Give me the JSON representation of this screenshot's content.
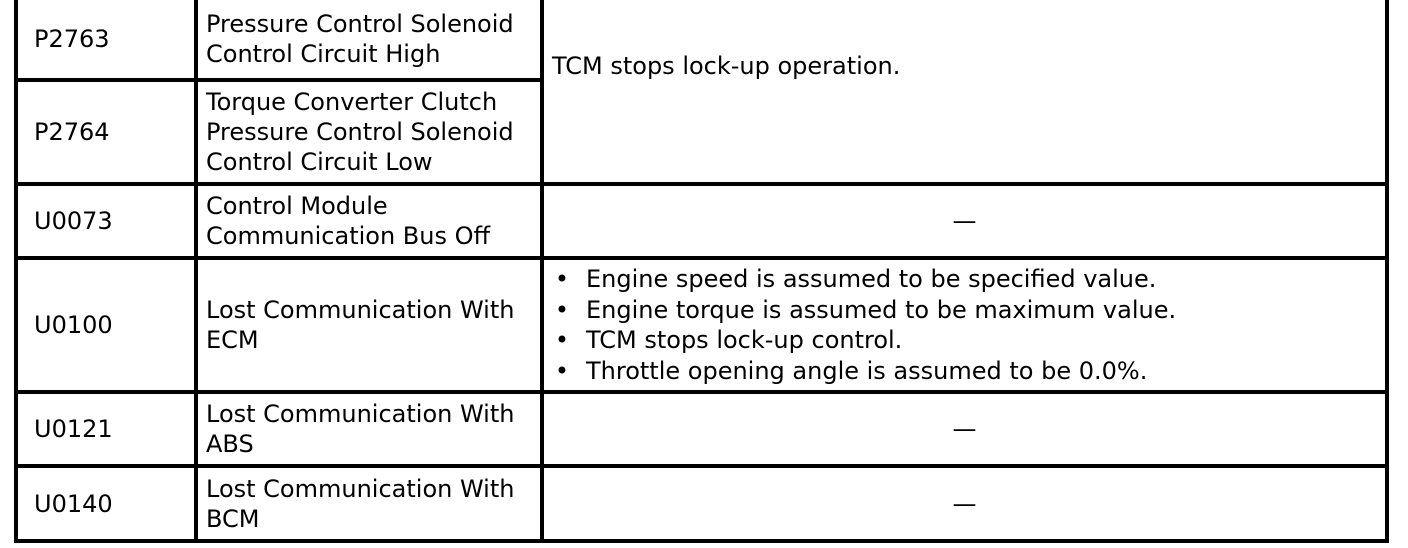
{
  "rows": [
    {
      "code": "P2763",
      "description": [
        "Pressure Control Solenoid",
        "Control Circuit High"
      ]
    },
    {
      "code": "P2764",
      "description": [
        "Torque Converter Clutch",
        "Pressure Control Solenoid",
        "Control Circuit Low"
      ]
    },
    {
      "code": "U0073",
      "description": [
        "Control Module",
        "Communication Bus Off"
      ],
      "effect": "—"
    },
    {
      "code": "U0100",
      "description": [
        "Lost Communication With",
        "ECM"
      ],
      "bullet_symbol": "•",
      "effects": [
        "Engine speed is assumed to be specified value.",
        "Engine torque is assumed to be maximum value.",
        "TCM stops lock-up control.",
        "Throttle opening angle is assumed to be 0.0%."
      ]
    },
    {
      "code": "U0121",
      "description": [
        "Lost Communication With",
        "ABS"
      ],
      "effect": "—"
    },
    {
      "code": "U0140",
      "description": [
        "Lost Communication With",
        "BCM"
      ],
      "effect": "—"
    }
  ],
  "shared_effect": "TCM stops lock-up operation."
}
